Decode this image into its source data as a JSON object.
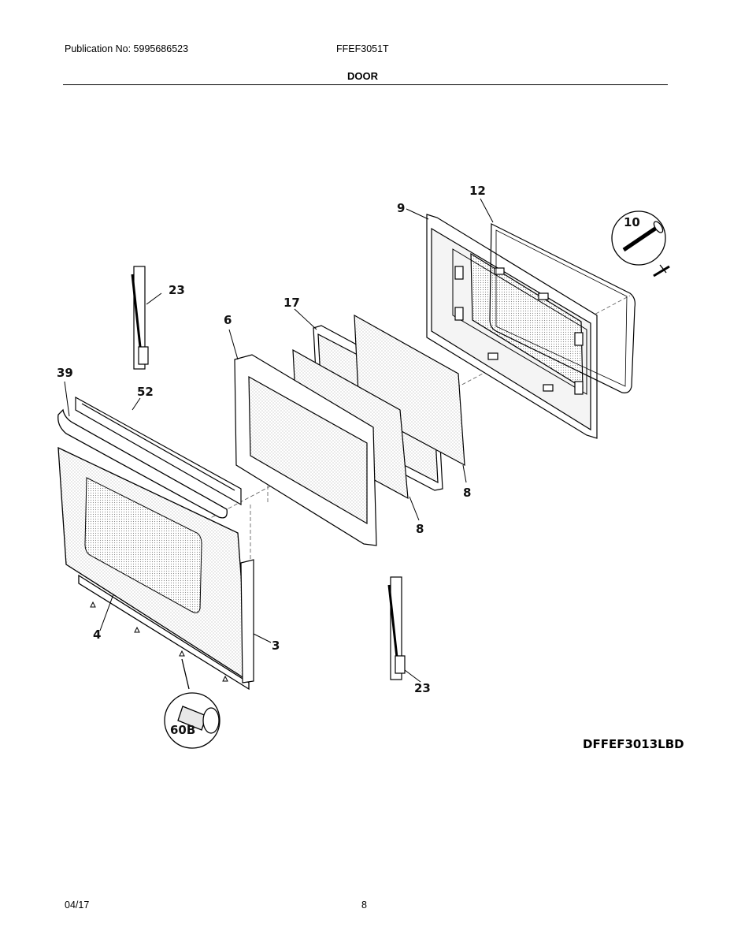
{
  "header": {
    "publication": "Publication No: 5995686523",
    "model": "FFEF3051T",
    "section": "DOOR"
  },
  "parts": [
    {
      "ref": "23",
      "part": "hinge-left"
    },
    {
      "ref": "39",
      "part": "door-handle"
    },
    {
      "ref": "52",
      "part": "handle-trim"
    },
    {
      "ref": "4",
      "part": "outer-door-panel"
    },
    {
      "ref": "3",
      "part": "door-side-trim"
    },
    {
      "ref": "6",
      "part": "glass-frame"
    },
    {
      "ref": "17",
      "part": "window-pack"
    },
    {
      "ref": "8",
      "part": "glass-pane-front"
    },
    {
      "ref": "8",
      "part": "glass-pane-rear"
    },
    {
      "ref": "9",
      "part": "inner-door-liner"
    },
    {
      "ref": "12",
      "part": "door-gasket"
    },
    {
      "ref": "10",
      "part": "screw"
    },
    {
      "ref": "23",
      "part": "hinge-right"
    },
    {
      "ref": "60B",
      "part": "screw"
    }
  ],
  "drawing_code": "DFFEF3013LBD",
  "footer": {
    "date": "04/17",
    "page": "8"
  }
}
